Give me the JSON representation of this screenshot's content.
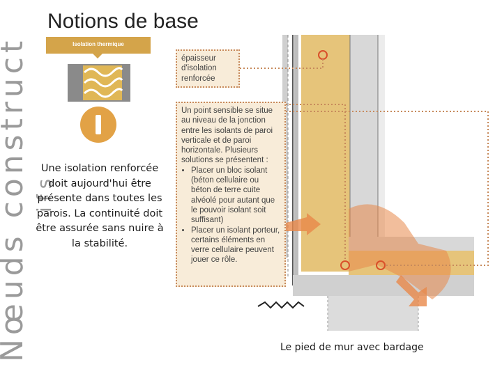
{
  "side_title": "Nœuds constructifs",
  "side_title_line1": "Nœuds construct",
  "side_title_line2": "ifs",
  "page_title": "Notions de base",
  "iso_banner": "Isolation thermique",
  "main_text": "Une isolation renforcée doit aujourd'hui être présente dans toutes les parois. La continuité doit être assurée sans nuire à la stabilité.",
  "callout_1": "épaisseur d'isolation renforcée",
  "callout_2": {
    "intro": "Un point sensible se situe au niveau de la jonction entre les isolants de paroi verticale et de paroi horizontale. Plusieurs solutions se présentent :",
    "items": [
      "Placer un bloc isolant (béton cellulaire ou béton de terre cuite alvéolé pour autant que le pouvoir isolant soit suffisant)",
      "Placer un isolant porteur, certains éléments en verre cellulaire peuvent jouer ce rôle."
    ]
  },
  "caption": "Le pied de mur avec bardage",
  "colors": {
    "accent": "#d4a44a",
    "insulation": "#e6c47a",
    "heat_flow": "#e8884a",
    "callout_border": "#c78a5c",
    "marker": "#d9502a"
  }
}
